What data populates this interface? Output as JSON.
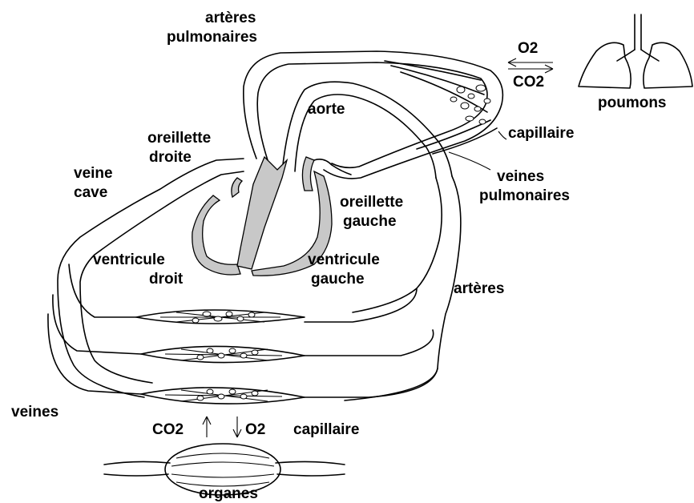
{
  "labels": {
    "arteres_pulmonaires_1": "artères",
    "arteres_pulmonaires_2": "pulmonaires",
    "o2_top": "O2",
    "co2_top": "CO2",
    "poumons": "poumons",
    "aorte": "aorte",
    "oreillette_droite_1": "oreillette",
    "oreillette_droite_2": "droite",
    "capillaire_top": "capillaire",
    "veine_cave_1": "veine",
    "veine_cave_2": "cave",
    "veines_pulmonaires_1": "veines",
    "veines_pulmonaires_2": "pulmonaires",
    "oreillette_gauche_1": "oreillette",
    "oreillette_gauche_2": "gauche",
    "ventricule_droit_1": "ventricule",
    "ventricule_droit_2": "droit",
    "ventricule_gauche_1": "ventricule",
    "ventricule_gauche_2": "gauche",
    "arteres": "artères",
    "veines": "veines",
    "co2_bottom": "CO2",
    "o2_bottom": "O2",
    "capillaire_bottom": "capillaire",
    "organes": "organes"
  }
}
